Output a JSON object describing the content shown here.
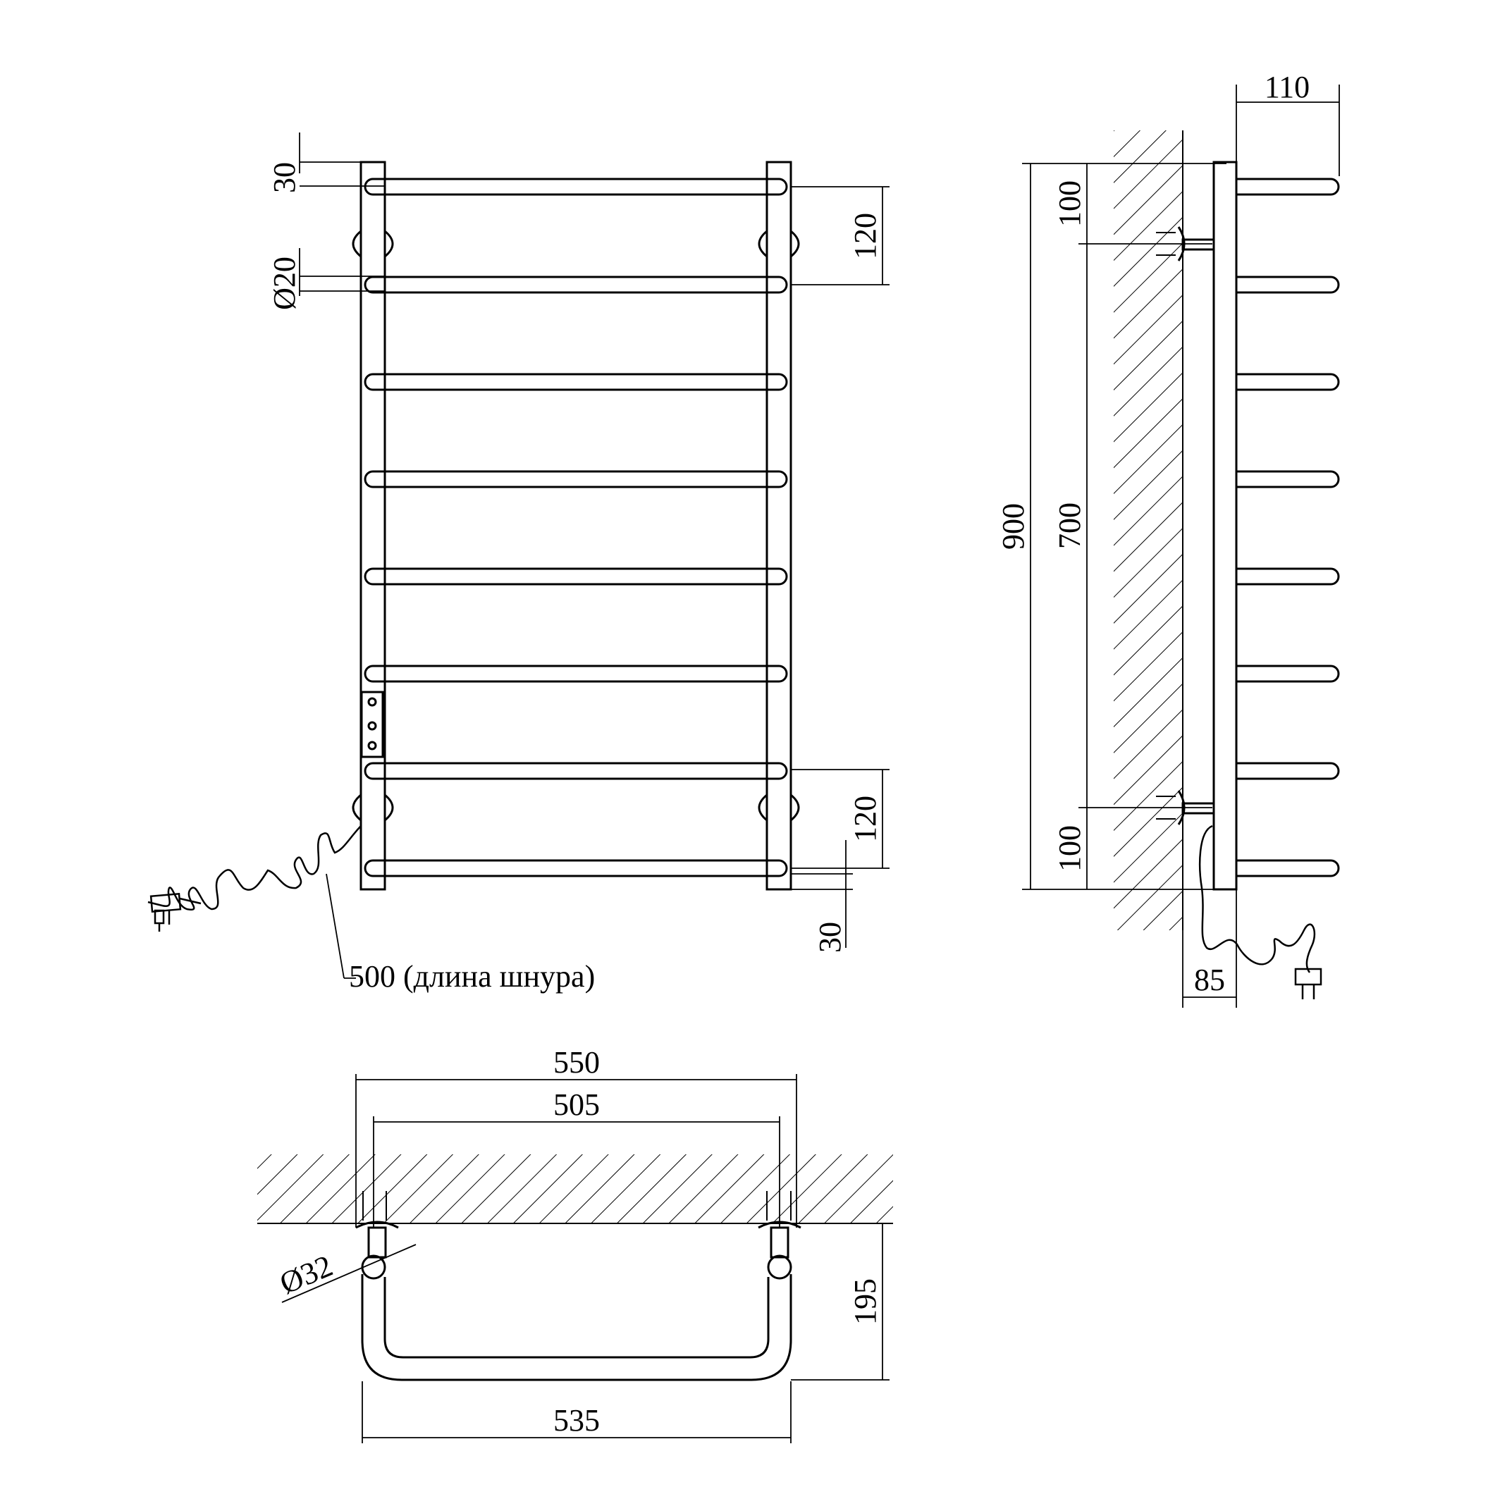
{
  "front_view": {
    "dims": {
      "top_offset": "30",
      "bar_diameter": "Ø20",
      "top_spacing": "120",
      "bottom_spacing": "120",
      "bottom_offset": "30"
    },
    "cord_note": "500 (длина шнура)"
  },
  "side_view": {
    "dims": {
      "depth_total": "110",
      "height_total": "900",
      "mount_spacing": "700",
      "top_margin": "100",
      "bottom_margin": "100",
      "wall_offset": "85"
    }
  },
  "top_view": {
    "dims": {
      "width_total": "550",
      "mount_width": "505",
      "bottom_width": "535",
      "projection": "195",
      "tube_diameter": "Ø32"
    }
  },
  "colors": {
    "line": "#000000",
    "background": "#ffffff"
  }
}
